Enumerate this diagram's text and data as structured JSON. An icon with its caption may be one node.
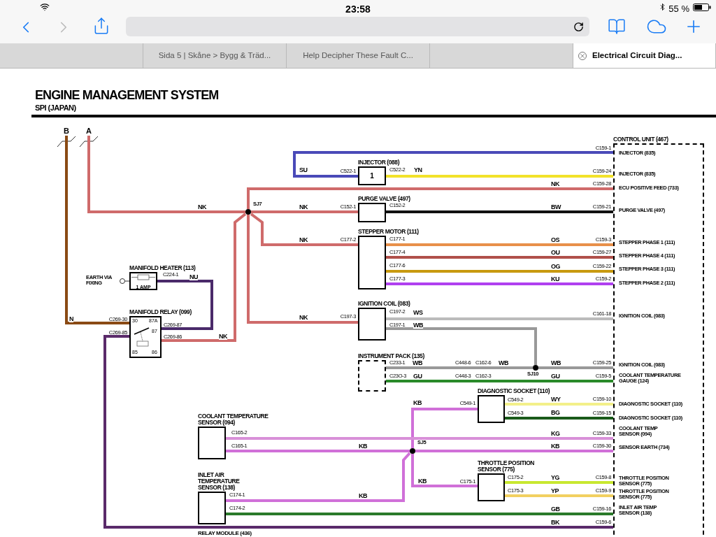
{
  "diagram": {
    "title": "ENGINE MANAGEMENT SYSTEM",
    "nodes": [
      {
        "text": [
          "B"
        ]
      },
      {
        "text": [
          "A"
        ]
      },
      {
        "text": [
          "INJECTOR (088)",
          "1"
        ]
      },
      {
        "text": [
          "PURGE VALVE (497)"
        ]
      },
      {
        "text": [
          "STEPPER MOTOR (111)"
        ]
      },
      {
        "text": [
          "MANIFOLD HEATER (113)",
          "1 AMP"
        ]
      },
      {
        "text": [
          "MANIFOLD RELAY (099)"
        ]
      },
      {
        "text": [
          "IGNITION COIL (083)"
        ]
      },
      {
        "text": [
          "INSTRUMENT PACK (135)"
        ]
      },
      {
        "text": [
          "DIAGNOSTIC SOCKET (110)"
        ]
      },
      {
        "text": [
          "COOLANT TEMPERATURE SENSOR (094)"
        ]
      },
      {
        "text": [
          "INLET AIR TEMPERATURE SENSOR (138)"
        ]
      },
      {
        "text": [
          "THROTTLE POSITION SENSOR (775)"
        ]
      },
      {
        "text": [
          "CONTROL UNIT (467)"
        ]
      },
      {
        "text": [],
        "shape": "circle",
        "beside": [
          "SJ7"
        ]
      },
      {
        "text": [],
        "shape": "circle",
        "beside": [
          "SJ10"
        ]
      },
      {
        "text": [],
        "shape": "circle",
        "beside": [
          "SJ5"
        ]
      },
      {
        "text": [],
        "shape": "circle",
        "beside": [
          "EARTH VIA FIXING"
        ]
      }
    ],
    "edges": [
      {
        "from": 1,
        "to": 14,
        "arrow": "none",
        "label": "NK",
        "color": "#cf6b6b"
      },
      {
        "from": 14,
        "to": 3,
        "arrow": "none",
        "label": "NK",
        "color": "#cf6b6b"
      },
      {
        "from": 14,
        "to": 4,
        "arrow": "none",
        "label": "NK",
        "color": "#cf6b6b"
      },
      {
        "from": 14,
        "to": 7,
        "arrow": "none",
        "label": "NK",
        "color": "#cf6b6b"
      },
      {
        "from": 14,
        "to": 6,
        "arrow": "none",
        "label": "NK",
        "color": "#cf6b6b"
      },
      {
        "from": 14,
        "to": 13,
        "arrow": "none",
        "label": "NK",
        "color": "#cf6b6b"
      },
      {
        "from": 0,
        "to": 6,
        "arrow": "none",
        "label": "N",
        "color": "#8a4a14"
      },
      {
        "from": 5,
        "to": 6,
        "arrow": "none",
        "label": "NU",
        "color": "#4a2a6a"
      },
      {
        "from": 5,
        "to": 17,
        "arrow": "none",
        "color": "#333333"
      },
      {
        "from": 2,
        "to": 13,
        "arrow": "none",
        "label": "SU",
        "color": "#4a4ab8"
      },
      {
        "from": 2,
        "to": 13,
        "arrow": "none",
        "label": "YN",
        "color": "#f2e22a"
      },
      {
        "from": 3,
        "to": 13,
        "arrow": "none",
        "label": "BW",
        "color": "#111111"
      },
      {
        "from": 4,
        "to": 13,
        "arrow": "none",
        "label": "OS",
        "color": "#e8904a"
      },
      {
        "from": 4,
        "to": 13,
        "arrow": "none",
        "label": "OU",
        "color": "#b0504a"
      },
      {
        "from": 4,
        "to": 13,
        "arrow": "none",
        "label": "OG",
        "color": "#c89a10"
      },
      {
        "from": 4,
        "to": 13,
        "arrow": "none",
        "label": "KU",
        "color": "#b040f0"
      },
      {
        "from": 7,
        "to": 13,
        "arrow": "none",
        "label": "WS",
        "color": "#bbbbbb"
      },
      {
        "from": 7,
        "to": 15,
        "arrow": "none",
        "label": "WB",
        "color": "#999999"
      },
      {
        "from": 8,
        "to": 15,
        "arrow": "none",
        "label": "WB",
        "color": "#999999"
      },
      {
        "from": 15,
        "to": 13,
        "arrow": "none",
        "label": "WB",
        "color": "#999999"
      },
      {
        "from": 8,
        "to": 13,
        "arrow": "none",
        "label": "GU",
        "color": "#2a8a2a"
      },
      {
        "from": 16,
        "to": 9,
        "arrow": "none",
        "label": "KB",
        "color": "#d070d8"
      },
      {
        "from": 9,
        "to": 13,
        "arrow": "none",
        "label": "WY",
        "color": "#f3f08a"
      },
      {
        "from": 9,
        "to": 13,
        "arrow": "none",
        "label": "BG",
        "color": "#1a5a1a"
      },
      {
        "from": 10,
        "to": 13,
        "arrow": "none",
        "label": "KG",
        "color": "#d890d8"
      },
      {
        "from": 10,
        "to": 16,
        "arrow": "none",
        "label": "KB",
        "color": "#d070d8"
      },
      {
        "from": 16,
        "to": 13,
        "arrow": "none",
        "label": "KB",
        "color": "#d070d8"
      },
      {
        "from": 16,
        "to": 12,
        "arrow": "none",
        "label": "KB",
        "color": "#d070d8"
      },
      {
        "from": 11,
        "to": 16,
        "arrow": "none",
        "label": "KB",
        "color": "#d070d8"
      },
      {
        "from": 12,
        "to": 13,
        "arrow": "none",
        "label": "YG",
        "color": "#c8e830"
      },
      {
        "from": 12,
        "to": 13,
        "arrow": "none",
        "label": "YP",
        "color": "#f2d060"
      },
      {
        "from": 11,
        "to": 13,
        "arrow": "none",
        "label": "GB",
        "color": "#2a7a2a"
      },
      {
        "from": 6,
        "to": 13,
        "arrow": "none",
        "label": "BK",
        "color": "#5a2a6a"
      }
    ],
    "labels": [
      "23:58",
      "55 %",
      "Sida 5 | Skåne > Bygg & Träd...",
      "Help Decipher These Fault C...",
      "Electrical Circuit Diag...",
      "SPI (JAPAN)",
      "INJECTOR (835)",
      "INJECTOR (835)",
      "ECU POSITIVE FEED (733)",
      "PURGE VALVE (497)",
      "STEPPER PHASE 1 (111)",
      "STEPPER PHASE 4 (111)",
      "STEPPER PHASE 3 (111)",
      "STEPPER PHASE 2 (111)",
      "IGNITION COIL (083)",
      "IGNITION COIL (083)",
      "COOLANT TEMPERATURE GAUGE (124)",
      "DIAGNOSTIC SOCKET (110)",
      "DIAGNOSTIC SOCKET (110)",
      "COOLANT TEMP SENSOR (094)",
      "SENSOR EARTH (734)",
      "THROTTLE POSITION SENSOR (775)",
      "THROTTLE POSITION SENSOR (775)",
      "INLET AIR TEMP SENSOR (138)",
      "C159-1",
      "C159-24",
      "C159-28",
      "C159-21",
      "C159-3",
      "C159-27",
      "C159-22",
      "C159-2",
      "C161-18",
      "C159-25",
      "C159-5",
      "C159-10",
      "C159-15",
      "C159-33",
      "C159-30",
      "C159-8",
      "C159-9",
      "C159-16",
      "C159-6",
      "C522-1",
      "C522-2",
      "C152-1",
      "C152-2",
      "C177-2",
      "C177-1",
      "C177-4",
      "C177-6",
      "C177-3",
      "C197-2",
      "C197-1",
      "C197-3",
      "C233-1",
      "C448-6",
      "C162-6",
      "C23O-3",
      "C448-3",
      "C162-3",
      "C549-1",
      "C549-2",
      "C549-3",
      "C165-2",
      "C165-1",
      "C174-1",
      "C174-2",
      "C175-1",
      "C175-2",
      "C175-3",
      "C224-1",
      "C269-30",
      "C269-85",
      "C269-87",
      "C269-86",
      "WB",
      "GU",
      "30",
      "87A",
      "87",
      "85",
      "86",
      "RELAY MODULE (436)"
    ]
  }
}
